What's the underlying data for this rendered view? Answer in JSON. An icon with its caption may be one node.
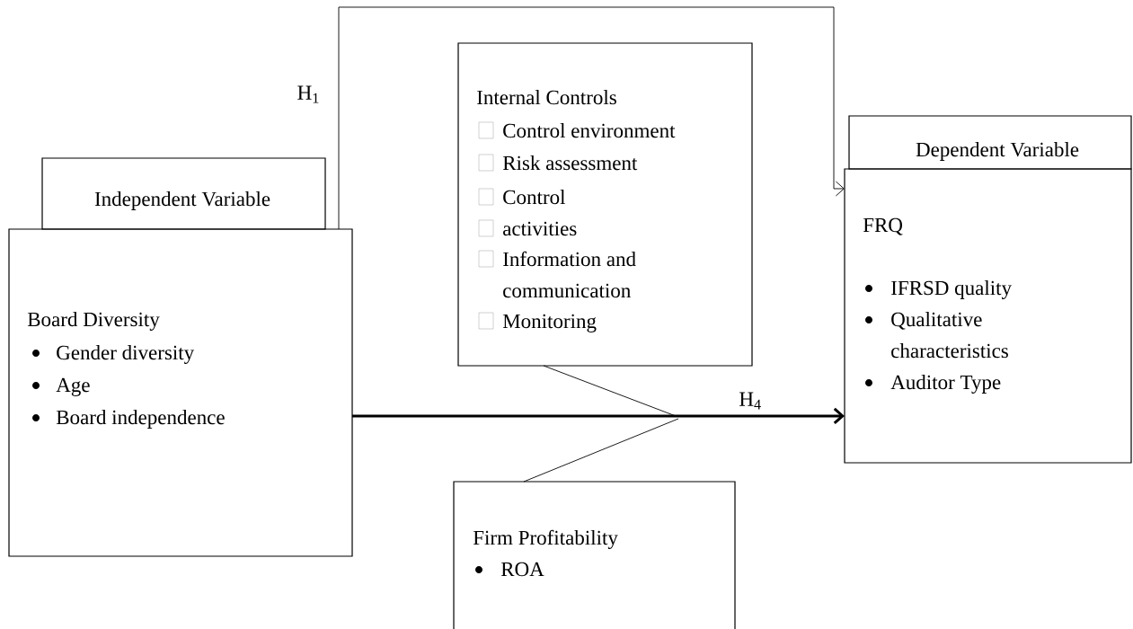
{
  "diagram": {
    "nodes": [
      {
        "text": [
          "Independent Variable"
        ]
      },
      {
        "text": [
          "Board Diversity",
          "Gender diversity",
          "Age",
          "Board independence"
        ]
      },
      {
        "text": [
          "Internal Controls",
          "Control environment",
          "Risk assessment",
          "Control",
          "activities",
          "Information and communication",
          "Monitoring"
        ]
      },
      {
        "text": [
          "Dependent Variable"
        ]
      },
      {
        "text": [
          "FRQ",
          "IFRSD quality",
          "Qualitative characteristics",
          "Auditor Type"
        ]
      },
      {
        "text": [
          "Firm Profitability",
          "ROA"
        ]
      }
    ],
    "edges": [
      {
        "from": 1,
        "to": 4,
        "arrow": "to",
        "label": "H$_{1}$"
      },
      {
        "from": 1,
        "to": 4,
        "arrow": "to",
        "label": "H$_{4}$",
        "style": "thick"
      },
      {
        "from": 2,
        "to": null,
        "arrow": "none"
      },
      {
        "from": 5,
        "to": null,
        "arrow": "none"
      }
    ]
  }
}
